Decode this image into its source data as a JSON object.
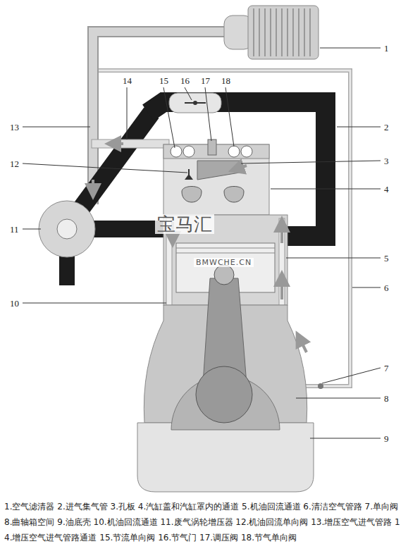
{
  "diagram": {
    "caption": "1.空气滤清器 2.进气集气管 3.孔板 4.汽缸盖和汽缸罩内的通道 5.机油回流通道 6.清洁空气管路 7.单向阀 8.曲轴箱空间 9.油底壳 10.机油回流通道 11.废气涡轮增压器 12.机油回流单向阀 13.增压空气进气管路 14.增压空气进气管路通道 15.节流单向阀 16.节气门 17.调压阀 18.节气单向阀",
    "labels": [
      "1",
      "2",
      "3",
      "4",
      "5",
      "6",
      "7",
      "8",
      "9",
      "10",
      "11",
      "12",
      "13",
      "14",
      "15",
      "16",
      "17",
      "18",
      "宝马汇",
      "BMWCHE.CN"
    ]
  }
}
